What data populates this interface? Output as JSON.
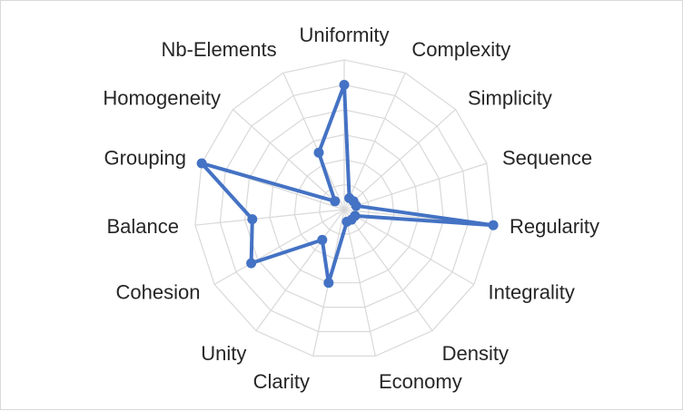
{
  "chart_data": {
    "type": "radar",
    "categories": [
      "Uniformity",
      "Complexity",
      "Simplicity",
      "Sequence",
      "Regularity",
      "Integrality",
      "Density",
      "Economy",
      "Clarity",
      "Unity",
      "Cohesion",
      "Balance",
      "Grouping",
      "Homogeneity",
      "Nb-Elements"
    ],
    "series": [
      {
        "values": [
          5,
          0.5,
          0.5,
          0.5,
          6,
          0.5,
          0.5,
          0.5,
          3,
          1.5,
          4.3,
          3.7,
          6,
          0.5,
          2.5
        ],
        "color": "#4472c4"
      }
    ],
    "rlim": [
      0,
      6
    ],
    "ring_count": 6,
    "grid": true,
    "grid_color": "#d9d9d9",
    "legend": "none"
  }
}
